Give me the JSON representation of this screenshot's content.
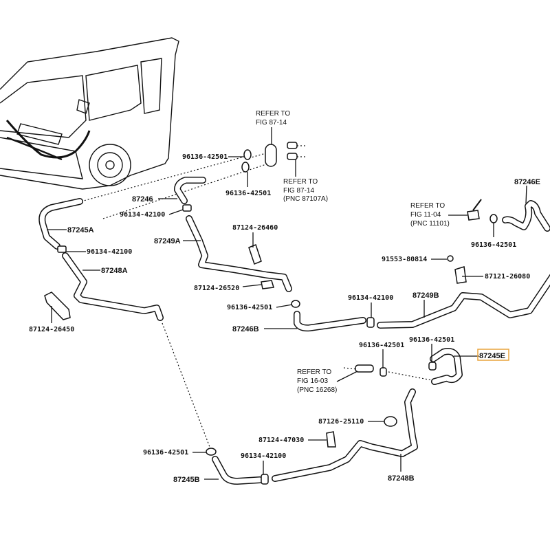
{
  "diagram": {
    "highlight_color": "#e8a33c",
    "refs": {
      "fig8714_top": [
        "REFER TO",
        "FIG 87-14"
      ],
      "fig8714_pnc": [
        "REFER TO",
        "FIG 87-14",
        "(PNC 87107A)"
      ],
      "fig1104": [
        "REFER TO",
        "FIG 11-04",
        "(PNC 11101)"
      ],
      "fig1603": [
        "REFER TO",
        "FIG 16-03",
        "(PNC 16268)"
      ]
    },
    "labels": {
      "clamp_top1": "96136-42501",
      "clamp_top2": "96136-42501",
      "hose_87246": "87246",
      "clip_96134_a": "96134-42100",
      "hose_87245A": "87245A",
      "hose_87249A": "87249A",
      "clamp_87124_26460": "87124-26460",
      "clip_96134_b": "96134-42100",
      "hose_87248A": "87248A",
      "clamp_87124_26450": "87124-26450",
      "clamp_87124_26520": "87124-26520",
      "clamp_mid": "96136-42501",
      "hose_87246B": "87246B",
      "clip_96134_c": "96134-42100",
      "hose_87249B": "87249B",
      "hose_87246E": "87246E",
      "clamp_right": "96136-42501",
      "bolt_91553": "91553-80814",
      "clamp_87121": "87121-26080",
      "clamp_r1": "96136-42501",
      "clamp_r2": "96136-42501",
      "hose_87245E": "87245E",
      "clamp_87126": "87126-25110",
      "clamp_87124_47030": "87124-47030",
      "clamp_bottom": "96136-42501",
      "clip_96134_d": "96134-42100",
      "hose_87245B": "87245B",
      "hose_87248B": "87248B"
    }
  }
}
